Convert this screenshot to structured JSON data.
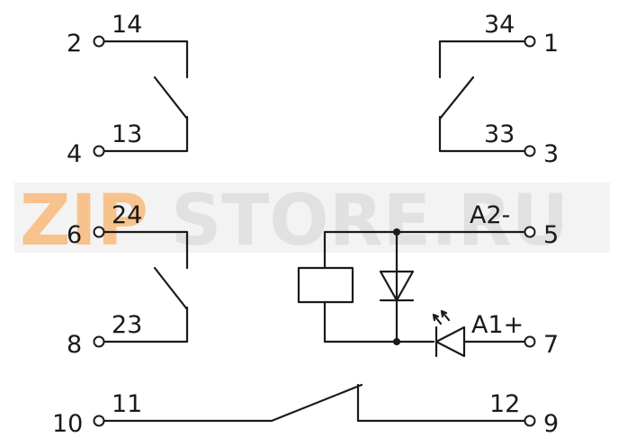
{
  "watermark": {
    "part1": "ZIP",
    "part2": "STORE.RU"
  },
  "contact_1": {
    "pin_outer_top": "2",
    "pin_outer_bottom": "4",
    "label_top": "14",
    "label_bottom": "13"
  },
  "contact_2": {
    "pin_outer_top": "1",
    "pin_outer_bottom": "3",
    "label_top": "34",
    "label_bottom": "33"
  },
  "contact_3": {
    "pin_outer_top": "6",
    "pin_outer_bottom": "8",
    "label_top": "24",
    "label_bottom": "23"
  },
  "coil": {
    "pin_minus": "5",
    "pin_plus": "7",
    "label_minus": "A2-",
    "label_plus": "A1+"
  },
  "contact_4": {
    "pin_left": "10",
    "pin_right": "9",
    "label_left": "11",
    "label_right": "12"
  }
}
